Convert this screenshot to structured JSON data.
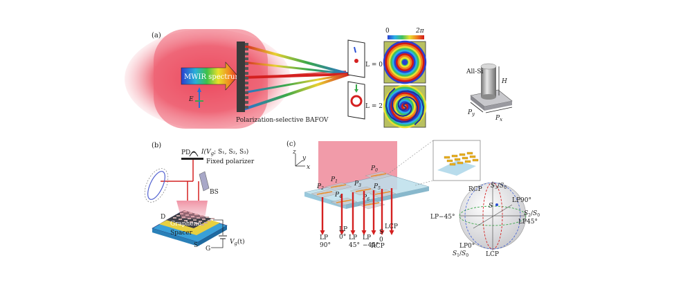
{
  "panel_a": {
    "label": "(a)",
    "spectrum_label": "MWIR spectrum",
    "field_label": "E",
    "device_label": "Polarization-selective BAFOV",
    "phase_min": "0",
    "phase_max": "2π",
    "mode_l0": "L = 0",
    "mode_l2": "L = 2",
    "pillar_material": "All-Si",
    "pillar_height": "H",
    "period_y": "P",
    "period_y_sub": "y",
    "period_x": "P",
    "period_x_sub": "x",
    "colors": {
      "glow": "#e8334a",
      "beam_red": "#d42020",
      "beam_green": "#3aa84a",
      "beam_blue": "#2a6fd4"
    }
  },
  "panel_b": {
    "label": "(b)",
    "pd": "PD",
    "intensity": "I(V",
    "intensity_sub": "g",
    "intensity_rest": "; S₁, S₂, S₃)",
    "polarizer": "Fixed polarizer",
    "bs": "BS",
    "d": "D",
    "graphene": "Graphene",
    "spacer": "Spacer",
    "s": "S",
    "g": "G",
    "voltage": "V",
    "voltage_sub": "g",
    "voltage_rest": "(t)"
  },
  "panel_c": {
    "label": "(c)",
    "axes": {
      "z": "z",
      "y": "y",
      "x": "x"
    },
    "pixels": [
      {
        "p": "P",
        "sub": "0"
      },
      {
        "p": "P",
        "sub": "1"
      },
      {
        "p": "P",
        "sub": "2"
      },
      {
        "p": "P",
        "sub": "3"
      },
      {
        "p": "P",
        "sub": "4"
      },
      {
        "p": "P",
        "sub": "5"
      },
      {
        "p": "P",
        "sub": "6"
      }
    ],
    "outputs": [
      {
        "line1": "LP",
        "line2": "90°"
      },
      {
        "line1": "LP",
        "line2": "0°"
      },
      {
        "line1": "LP",
        "line2": "45°"
      },
      {
        "line1": "LP",
        "line2": "−45°"
      },
      {
        "line1": "RCP",
        "line2": ""
      },
      {
        "line1": "S",
        "line2": "0"
      },
      {
        "line1": "LCP",
        "line2": ""
      }
    ],
    "sphere": {
      "rcp": "RCP",
      "s3": "S",
      "s3_sub": "3",
      "s0a": "S",
      "s0a_sub": "0",
      "lp90": "LP90°",
      "s_point": "S",
      "lpm45": "LP−45°",
      "s2": "S",
      "s2_sub": "2",
      "s0b": "S",
      "s0b_sub": "0",
      "lp45": "LP45°",
      "lp0": "LP0°",
      "s1": "S",
      "s1_sub": "1",
      "s0c": "S",
      "s0c_sub": "0",
      "lcp": "LCP"
    }
  }
}
